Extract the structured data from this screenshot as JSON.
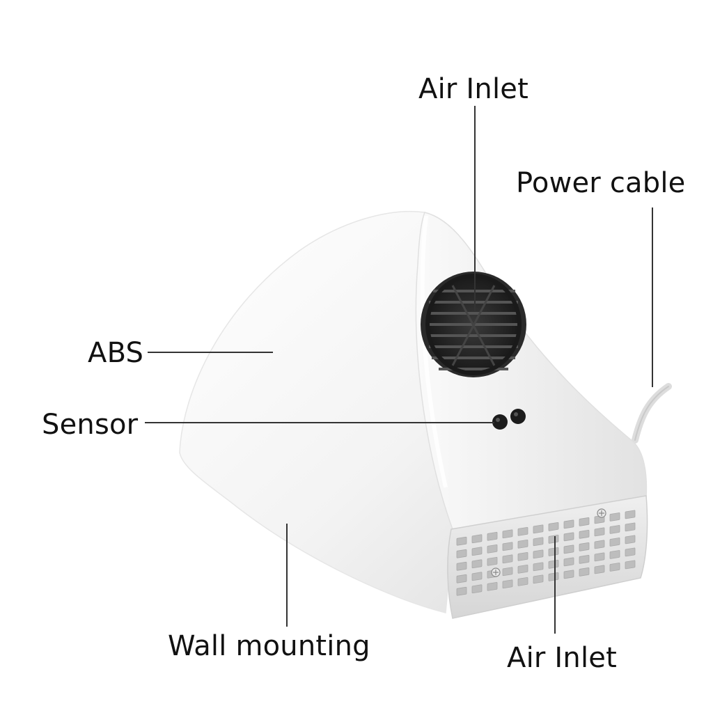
{
  "labels": {
    "air_inlet_top": "Air Inlet",
    "power_cable": "Power cable",
    "abs": "ABS",
    "sensor": "Sensor",
    "wall_mounting": "Wall mounting",
    "air_inlet_bottom": "Air Inlet"
  },
  "colors": {
    "body": "#f4f4f4",
    "grille": "#2b2b2b",
    "label_text": "#111111",
    "leader_line": "#333333"
  }
}
